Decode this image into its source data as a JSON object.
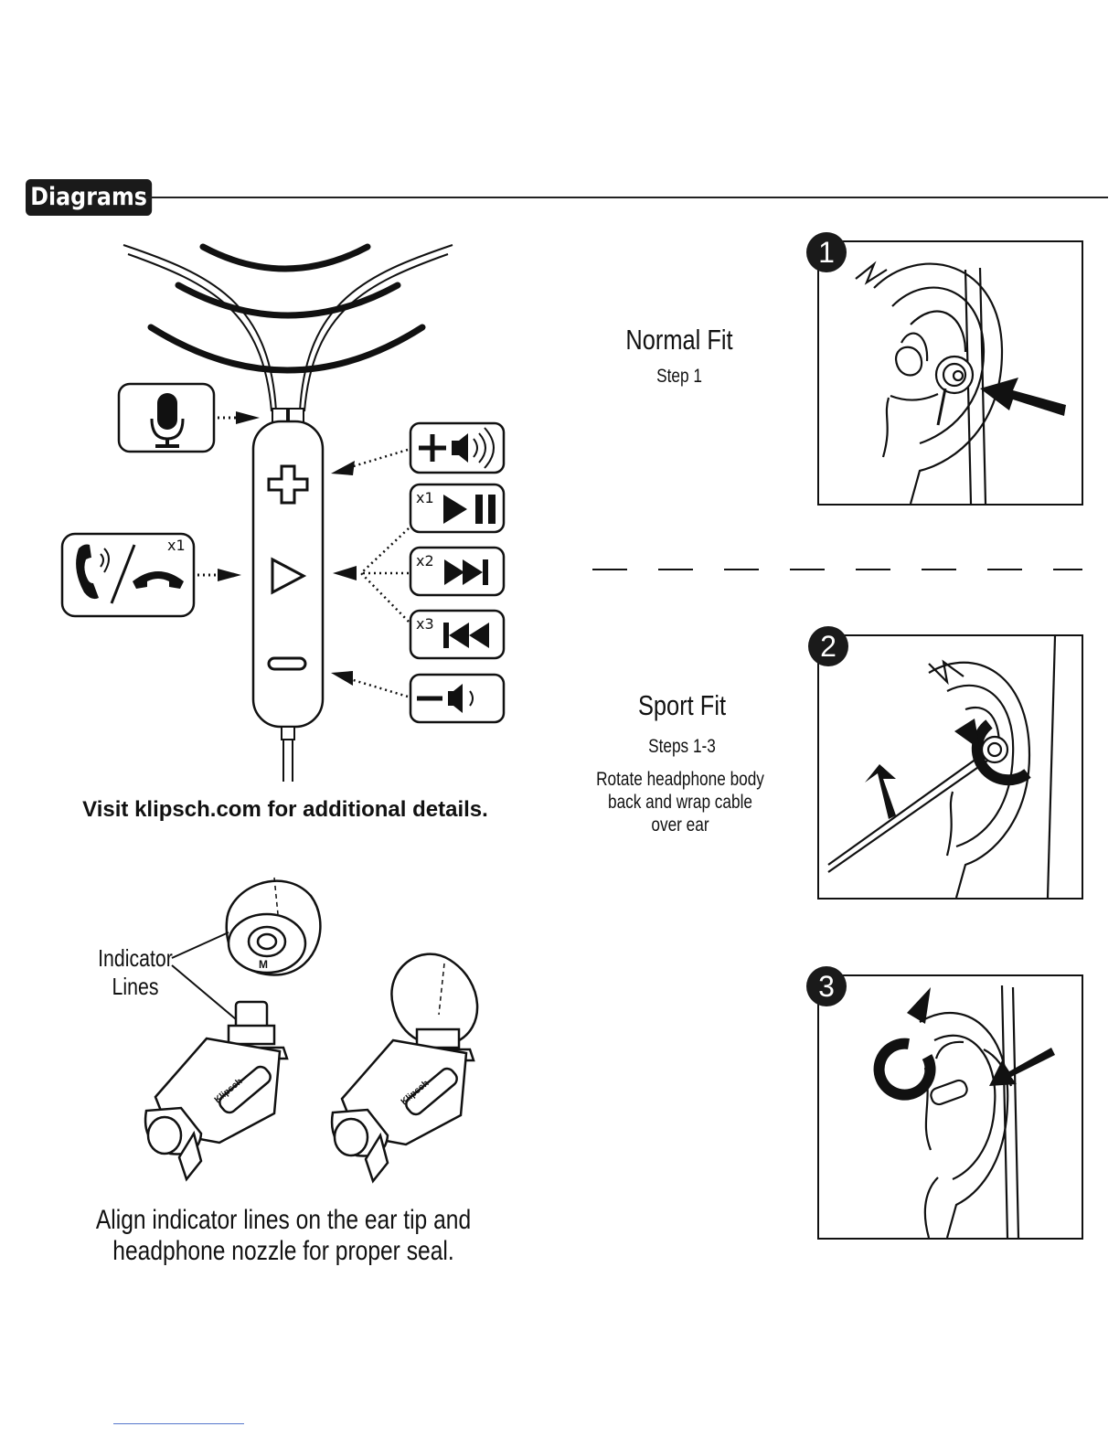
{
  "header": {
    "title": "Diagrams"
  },
  "remote": {
    "call_button_label": "x1",
    "play_pause_label": "x1",
    "next_track_label": "x2",
    "prev_track_label": "x3",
    "visit_text": "Visit klipsch.com for additional details."
  },
  "ear_tip": {
    "indicator_label_line1": "Indicator",
    "indicator_label_line2": "Lines",
    "size_mark": "M",
    "brand_text": "Klipsch",
    "align_line1": "Align indicator lines on the ear tip and",
    "align_line2": "headphone nozzle for proper seal."
  },
  "normal_fit": {
    "title": "Normal Fit",
    "step": "Step 1"
  },
  "sport_fit": {
    "title": "Sport Fit",
    "steps": "Steps 1-3",
    "desc_line1": "Rotate headphone body",
    "desc_line2": "back and wrap cable",
    "desc_line3": "over ear"
  },
  "steps": [
    {
      "number": "1"
    },
    {
      "number": "2"
    },
    {
      "number": "3"
    }
  ]
}
